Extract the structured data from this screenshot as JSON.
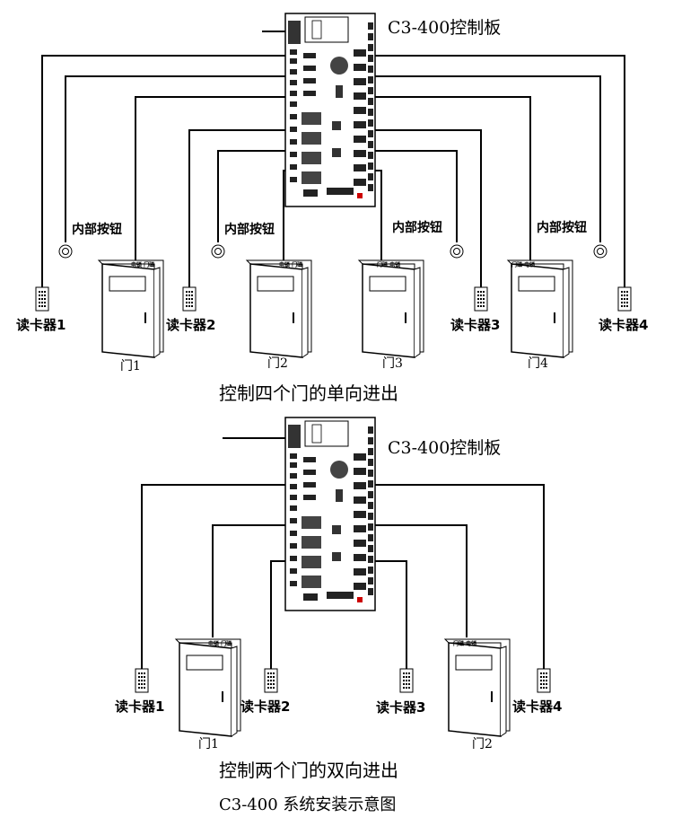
{
  "top": {
    "board_title": "C3-400控制板",
    "caption": "控制四个门的单向进出",
    "button_label": "内部按钮",
    "readers": [
      "读卡器1",
      "读卡器2",
      "读卡器3",
      "读卡器4"
    ],
    "doors": [
      "门1",
      "门2",
      "门3",
      "门4"
    ]
  },
  "bottom": {
    "board_title": "C3-400控制板",
    "caption": "控制两个门的双向进出",
    "readers": [
      "读卡器1",
      "读卡器2",
      "读卡器3",
      "读卡器4"
    ],
    "doors": [
      "门1",
      "门2"
    ]
  },
  "footer": "C3-400 系统安装示意图"
}
